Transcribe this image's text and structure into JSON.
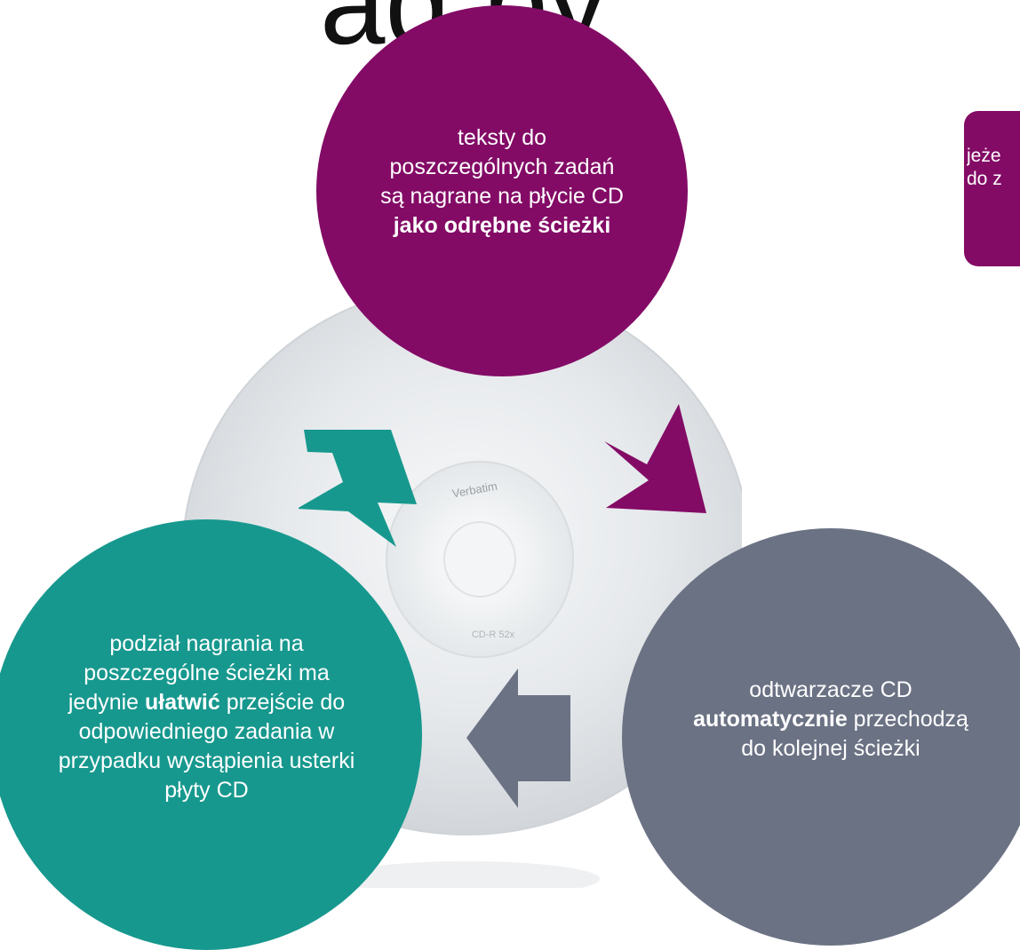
{
  "header": {
    "title_fragment": "ag  py"
  },
  "disc": {
    "brand": "Verbatim",
    "label_code": "CD-R 52x"
  },
  "cycle": {
    "top": {
      "text_before": "teksty do poszczególnych zadań są nagrane na płycie CD ",
      "text_bold": "jako odrębne ścieżki",
      "text_after": "",
      "color": "#830b66"
    },
    "right": {
      "text_before": "odtwarzacze CD ",
      "text_bold": "automatycznie",
      "text_after": " przechodzą do kolejnej ścieżki",
      "color": "#6b7284"
    },
    "left": {
      "text_before": "podział nagrania na poszczególne ścieżki ma jedynie ",
      "text_bold": "ułatwić",
      "text_after": " przejście do odpowiedniego zadania w przypadku wystąpienia usterki płyty CD",
      "color": "#17988e"
    }
  },
  "side_box": {
    "text": "jeże\ndo z",
    "color": "#830b66"
  },
  "arrows": {
    "top_right_color": "#830b66",
    "bottom_color": "#6b7284",
    "left_color": "#17988e"
  }
}
